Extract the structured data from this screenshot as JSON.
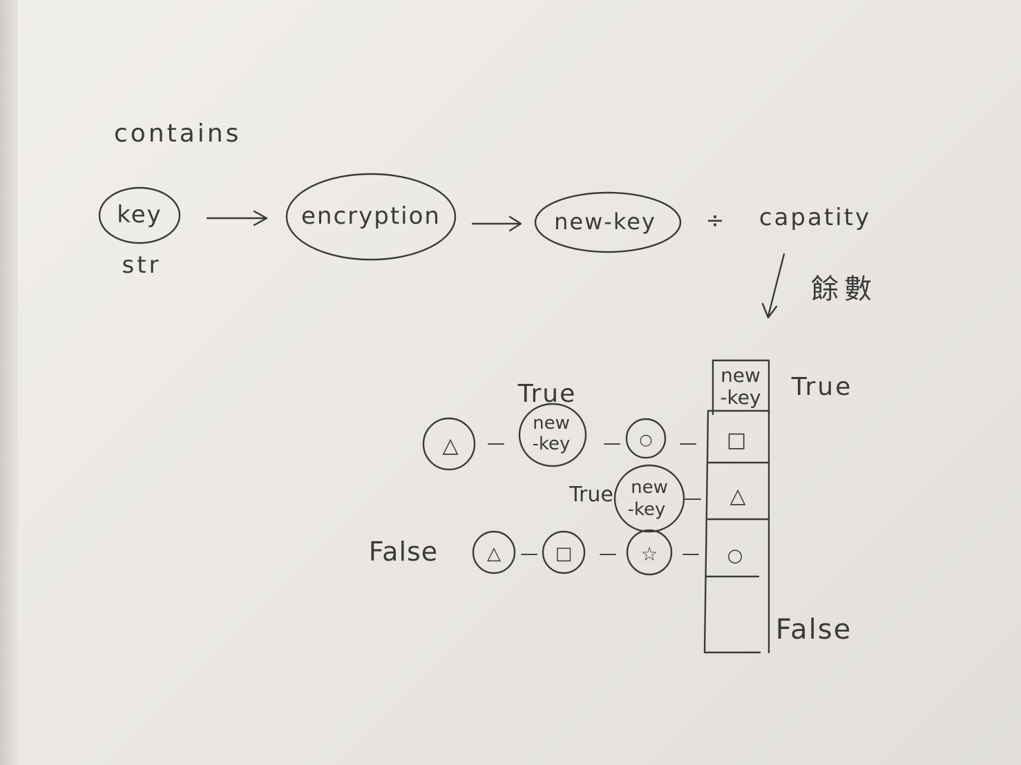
{
  "heading": "contains",
  "flow": {
    "input": "key",
    "input_type": "str",
    "step": "encryption",
    "output": "new-key",
    "operator": "÷",
    "divisor": "capatity",
    "remainder_label": "餘數"
  },
  "table": {
    "top_cell_line1": "new",
    "top_cell_line2": "-key",
    "top_result": "True",
    "cell_square": "□",
    "cell_triangle": "△",
    "cell_circle": "○",
    "bottom_result": "False"
  },
  "chains": {
    "row1": {
      "label": "True",
      "node1": "△",
      "node2_line1": "new",
      "node2_line2": "-key",
      "node3": "○"
    },
    "row2": {
      "label": "True",
      "node1_line1": "new",
      "node1_line2": "-key"
    },
    "row3": {
      "label": "False",
      "node1": "△",
      "node2": "□",
      "node3": "☆"
    }
  },
  "connector": "—",
  "arrow": "⟶"
}
